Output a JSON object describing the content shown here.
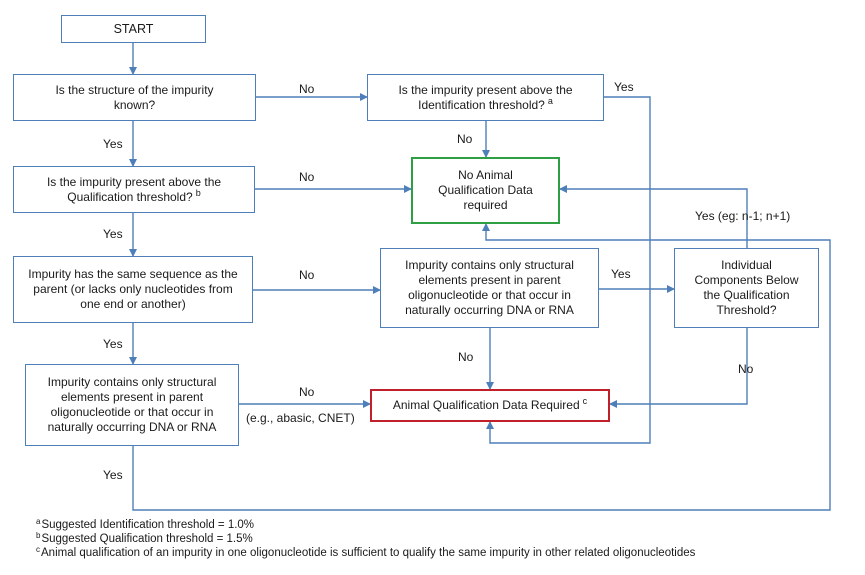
{
  "nodes": {
    "start": "START",
    "structure_known": "Is the structure of the impurity known?",
    "above_identification": "Is the impurity present above the Identification threshold?",
    "above_identification_note": "a",
    "no_data_required": "No Animal Qualification Data required",
    "above_qualification": "Is the impurity present above the Qualification threshold?",
    "above_qualification_note": "b",
    "same_sequence": "Impurity has the same sequence as the parent (or lacks only nucleotides from one end or another)",
    "structural_elements_mid": "Impurity contains only structural elements present in parent oligonucleotide or that occur in naturally occurring DNA or RNA",
    "individual_components": "Individual Components Below the Qualification Threshold?",
    "structural_elements_left": "Impurity contains only structural elements present in parent oligonucleotide or that occur in naturally occurring DNA or RNA",
    "data_required": "Animal Qualification Data Required",
    "data_required_note": "c"
  },
  "edge_labels": {
    "no_1": "No",
    "yes_1": "Yes",
    "no_2": "No",
    "yes_2": "Yes",
    "no_3": "No",
    "yes_3": "Yes",
    "no_4": "No",
    "yes_4": "Yes",
    "no_5": "No",
    "yes_eg": "Yes (eg: n-1; n+1)",
    "no_6": "No",
    "no_7": "No",
    "eg_abasic": "(e.g., abasic, CNET)",
    "yes_5": "Yes"
  },
  "footnotes": [
    {
      "mark": "a",
      "text": "Suggested Identification threshold = 1.0%"
    },
    {
      "mark": "b",
      "text": "Suggested Qualification threshold = 1.5%"
    },
    {
      "mark": "c",
      "text": "Animal qualification of an impurity in one oligonucleotide is sufficient to qualify the same impurity in other related oligonucleotides"
    }
  ],
  "colors": {
    "line": "#4f7fb8",
    "green": "#2ea043",
    "red": "#c0202a"
  }
}
